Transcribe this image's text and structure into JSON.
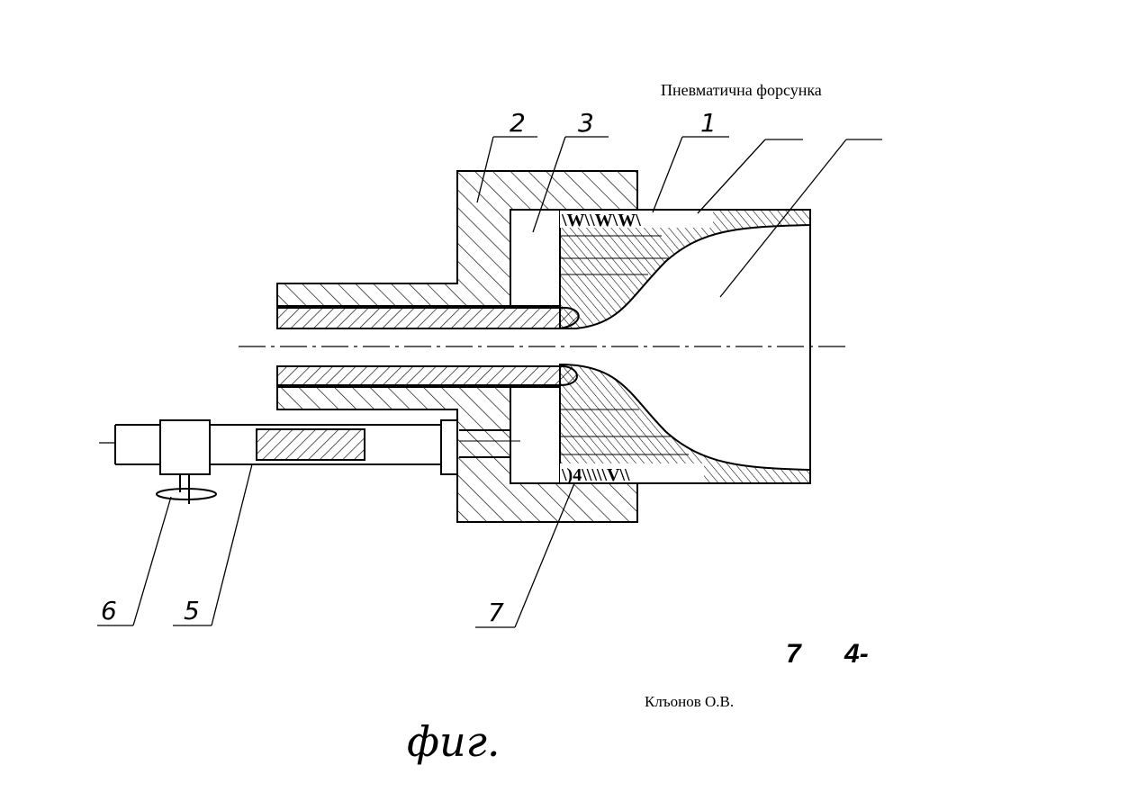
{
  "title": "Пневматична форсунка",
  "author": "Клъонов О.В.",
  "codes": [
    "7",
    "4-"
  ],
  "fig_label": "фиг.",
  "part_numbers": {
    "p1": "1",
    "p2": "2",
    "p3": "3",
    "p5": "5",
    "p6": "6",
    "p7": "7"
  },
  "hatch_labels": {
    "top": "\\W\\\\W\\W\\",
    "bottom": "\\)4\\\\\\\\\\V\\\\"
  }
}
